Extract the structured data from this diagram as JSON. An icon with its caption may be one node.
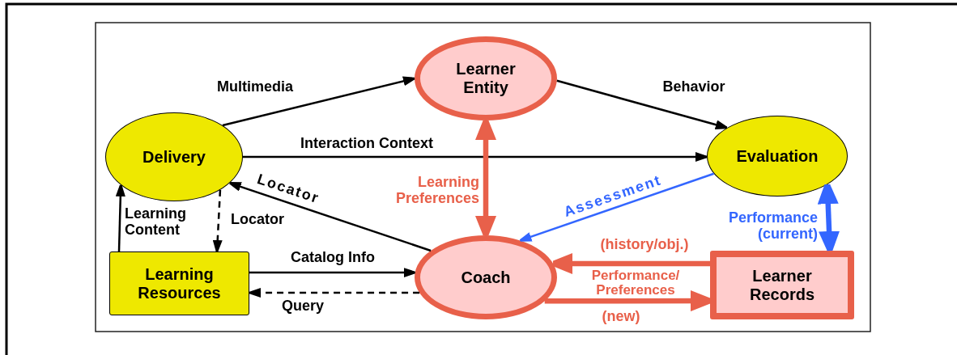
{
  "diagram": {
    "nodes": [
      {
        "text": [
          "Learner Entity"
        ]
      },
      {
        "text": [
          "Delivery"
        ]
      },
      {
        "text": [
          "Evaluation"
        ]
      },
      {
        "text": [
          "Learning Resources"
        ]
      },
      {
        "text": [
          "Coach"
        ]
      },
      {
        "text": [
          "Learner Records"
        ]
      }
    ],
    "edges": [
      {
        "from": 1,
        "to": 0,
        "arrow": "to",
        "label": "Multimedia"
      },
      {
        "from": 0,
        "to": 2,
        "arrow": "to",
        "label": "Behavior"
      },
      {
        "from": 1,
        "to": 2,
        "arrow": "to",
        "label": "Interaction Context"
      },
      {
        "from": 0,
        "to": 4,
        "arrow": "both",
        "label": "Learning Preferences",
        "style": "thick",
        "color": "#e8604a"
      },
      {
        "from": 4,
        "to": 1,
        "arrow": "to",
        "label": "Locator"
      },
      {
        "from": 3,
        "to": 1,
        "arrow": "to",
        "label": "Learning Content"
      },
      {
        "from": 1,
        "to": 3,
        "arrow": "to",
        "label": "Locator",
        "style": "dashed"
      },
      {
        "from": 3,
        "to": 4,
        "arrow": "to",
        "label": "Catalog Info"
      },
      {
        "from": 4,
        "to": 3,
        "arrow": "to",
        "label": "Query",
        "style": "dashed"
      },
      {
        "from": 2,
        "to": 4,
        "arrow": "to",
        "label": "Assessment",
        "color": "#3366ff"
      },
      {
        "from": 2,
        "to": 5,
        "arrow": "both",
        "label": "Performance (current)",
        "style": "thick",
        "color": "#3366ff"
      },
      {
        "from": 5,
        "to": 4,
        "arrow": "to",
        "label": "(history/obj.)",
        "style": "thick",
        "color": "#e8604a"
      },
      {
        "from": 4,
        "to": 5,
        "arrow": "to",
        "label": "(new)",
        "style": "thick",
        "color": "#e8604a"
      }
    ],
    "labels": [
      "Performance/ Preferences"
    ]
  }
}
